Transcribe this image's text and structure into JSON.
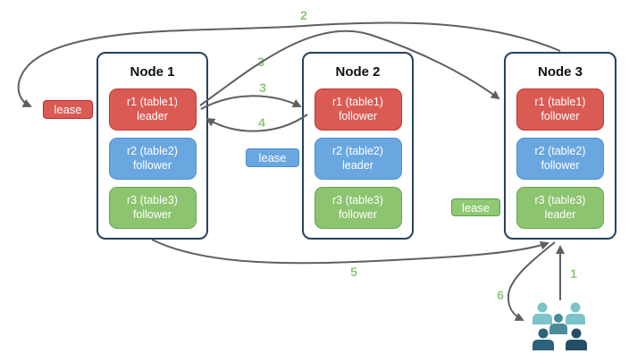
{
  "diagram": {
    "nodes": [
      {
        "title": "Node 1",
        "replicas": [
          {
            "name": "r1 (table1)",
            "role": "leader",
            "color": "red"
          },
          {
            "name": "r2 (table2)",
            "role": "follower",
            "color": "blue"
          },
          {
            "name": "r3 (table3)",
            "role": "follower",
            "color": "green"
          }
        ]
      },
      {
        "title": "Node 2",
        "replicas": [
          {
            "name": "r1 (table1)",
            "role": "follower",
            "color": "red"
          },
          {
            "name": "r2 (table2)",
            "role": "leader",
            "color": "blue"
          },
          {
            "name": "r3 (table3)",
            "role": "follower",
            "color": "green"
          }
        ]
      },
      {
        "title": "Node 3",
        "replicas": [
          {
            "name": "r1 (table1)",
            "role": "follower",
            "color": "red"
          },
          {
            "name": "r2 (table2)",
            "role": "follower",
            "color": "blue"
          },
          {
            "name": "r3 (table3)",
            "role": "leader",
            "color": "green"
          }
        ]
      }
    ],
    "leases": [
      {
        "label": "lease",
        "color": "red"
      },
      {
        "label": "lease",
        "color": "blue"
      },
      {
        "label": "lease",
        "color": "green"
      }
    ],
    "steps": {
      "s1": "1",
      "s2": "2",
      "s3a": "3",
      "s3b": "3",
      "s4": "4",
      "s5": "5",
      "s6": "6"
    },
    "icons": {
      "clients": "users-group-icon"
    },
    "colors": {
      "replica_red": "#da5a54",
      "replica_blue": "#6aa7e0",
      "replica_green": "#8cc46f",
      "node_border": "#27415f",
      "arrow_gray": "#5d6063",
      "step_label_green": "#8fc877",
      "client_icon_light_teal": "#7bc4c9",
      "client_icon_medium_teal": "#4a8b9c",
      "client_icon_dark_navy": "#2a5970"
    }
  }
}
